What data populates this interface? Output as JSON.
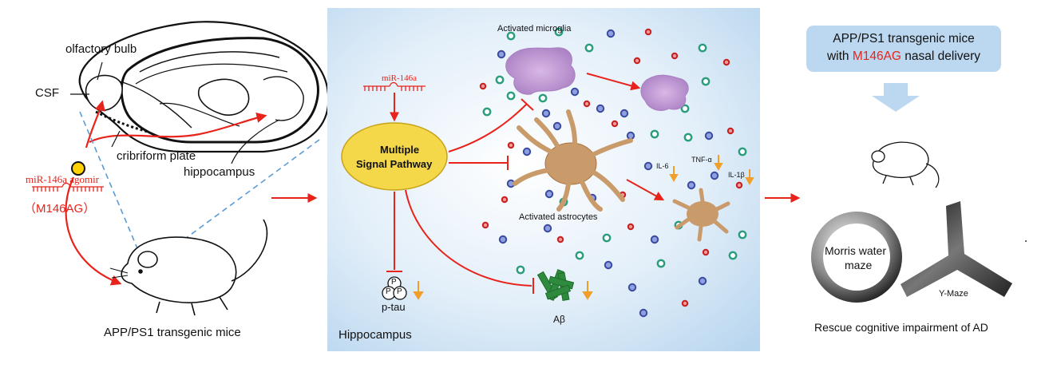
{
  "left_panel": {
    "labels": {
      "olfactory_bulb": "olfactory bulb",
      "csf": "CSF",
      "cribriform_plate": "cribriform plate",
      "hippocampus": "hippocampus",
      "agomir": "miR-146a agomir",
      "m146ag": "（M146AG）",
      "caption": "APP/PS1 transgenic mice"
    }
  },
  "middle_panel": {
    "labels": {
      "mirna": "miR-146a",
      "pathway_line1": "Multiple",
      "pathway_line2": "Signal Pathway",
      "microglia": "Activated microglia",
      "astrocytes": "Activated astrocytes",
      "il6": "IL-6",
      "tnf": "TNF-α",
      "il1b": "IL-1β",
      "ptau": "p-tau",
      "p1": "P",
      "p2": "P",
      "p3": "P",
      "abeta": "Aβ",
      "caption": "Hippocampus"
    },
    "colors": {
      "panel_bg": "#cfe3f5",
      "pathway_fill": "#f4d84a",
      "microglia": "#c9a6d9",
      "astrocyte": "#c99a6a",
      "abeta": "#2e8b3e",
      "red_arrow": "#e8231b",
      "down_arrow": "#f0a02a"
    }
  },
  "right_panel": {
    "box_line1": "APP/PS1 transgenic mice",
    "box_line2_pre": "with ",
    "box_line2_highlight": "M146AG",
    "box_line2_post": " nasal delivery",
    "morris_line1": "Morris water",
    "morris_line2": "maze",
    "ymaze": "Y-Maze",
    "caption": "Rescue cognitive impairment of AD"
  }
}
